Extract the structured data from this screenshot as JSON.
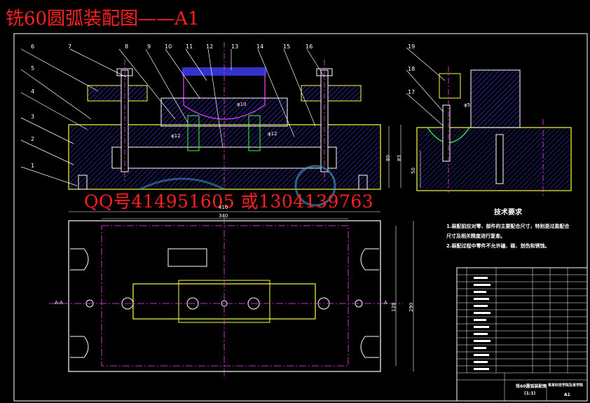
{
  "title": "铣60圆弧装配图——A1",
  "watermark_contact": "QQ号414951605  或1304139763",
  "tech_requirements": {
    "title": "技术要求",
    "notes": [
      "1.装配前应对零、部件的主要配合尺寸，特别是过盈配合",
      "尺寸及相关精度进行复查。",
      "2.装配过程中零件不允许磕、碰、划伤和锈蚀。"
    ]
  },
  "part_labels": [
    "1",
    "2",
    "3",
    "4",
    "5",
    "6",
    "7",
    "8",
    "9",
    "10",
    "11",
    "12",
    "13",
    "14",
    "15",
    "16",
    "17",
    "18",
    "19"
  ],
  "dimensions": {
    "front_height_1": "80",
    "front_height_2": "83",
    "side_height": "50",
    "top_width_1": "410",
    "top_width_2": "340",
    "top_height_1": "128",
    "top_height_2": "290",
    "fit_1": "φ12",
    "fit_2": "φ10",
    "fit_3": "φ12",
    "fit_4": "φ5",
    "section_mark_left": "A-A",
    "section_mark_right": "A"
  },
  "title_block": {
    "drawing_name": "铣60圆弧装配图",
    "scale": "(1:1)",
    "school": "某某科技学院及某学院",
    "sheet": "A1"
  },
  "colors": {
    "background": "#000000",
    "line": "#ffffff",
    "title_red": "#ff2020",
    "outline_yellow": "#ffff40",
    "centerline_magenta": "#ff40ff",
    "green": "#40ff40",
    "cyan": "#40ffff",
    "hatch_blue": "#4040ff",
    "watermark": "#4aa0e0"
  }
}
